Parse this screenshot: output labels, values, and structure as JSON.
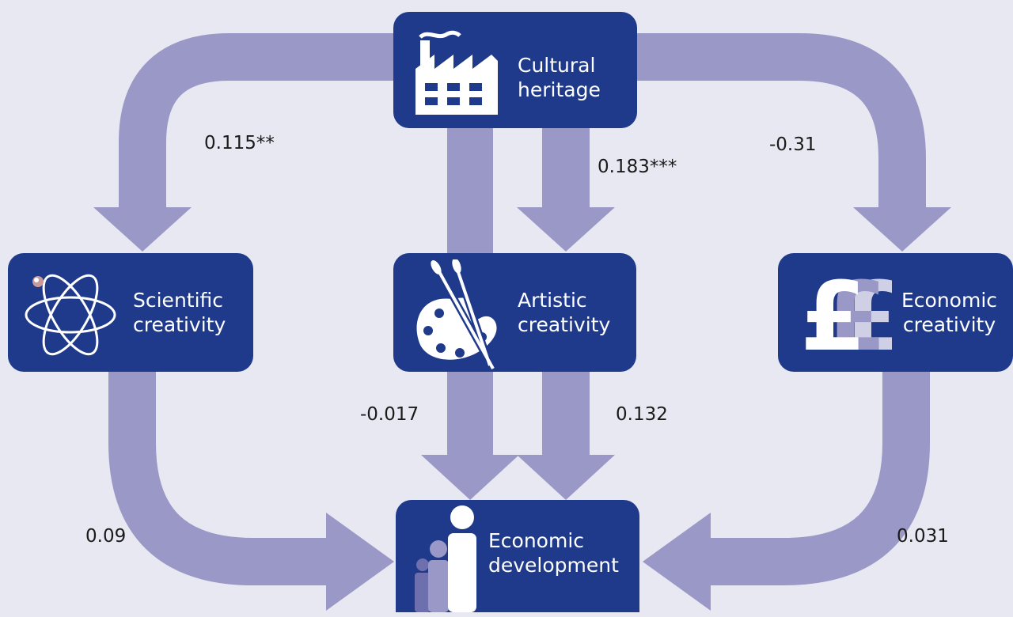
{
  "colors": {
    "background": "#e8e8f2",
    "node_fill": "#1f3a8a",
    "node_text": "#ffffff",
    "arrow": "#9a98c6",
    "label_text": "#1a1a1a"
  },
  "nodes": {
    "cultural_heritage": {
      "line1": "Cultural",
      "line2": "heritage",
      "icon": "factory-icon"
    },
    "scientific_creativity": {
      "line1": "Scientific",
      "line2": "creativity",
      "icon": "atom-icon"
    },
    "artistic_creativity": {
      "line1": "Artistic",
      "line2": "creativity",
      "icon": "palette-icon"
    },
    "economic_creativity": {
      "line1": "Economic",
      "line2": "creativity",
      "icon": "pound-icon"
    },
    "economic_development": {
      "line1": "Economic",
      "line2": "development",
      "icon": "family-icon"
    }
  },
  "coefficients": {
    "heritage_to_scientific": "0.115**",
    "heritage_to_artistic": "0.183***",
    "heritage_to_economic": "-0.31",
    "heritage_to_development": "-0.017",
    "artistic_to_development": "0.132",
    "scientific_to_development": "0.09",
    "economic_to_development": "0.031"
  }
}
